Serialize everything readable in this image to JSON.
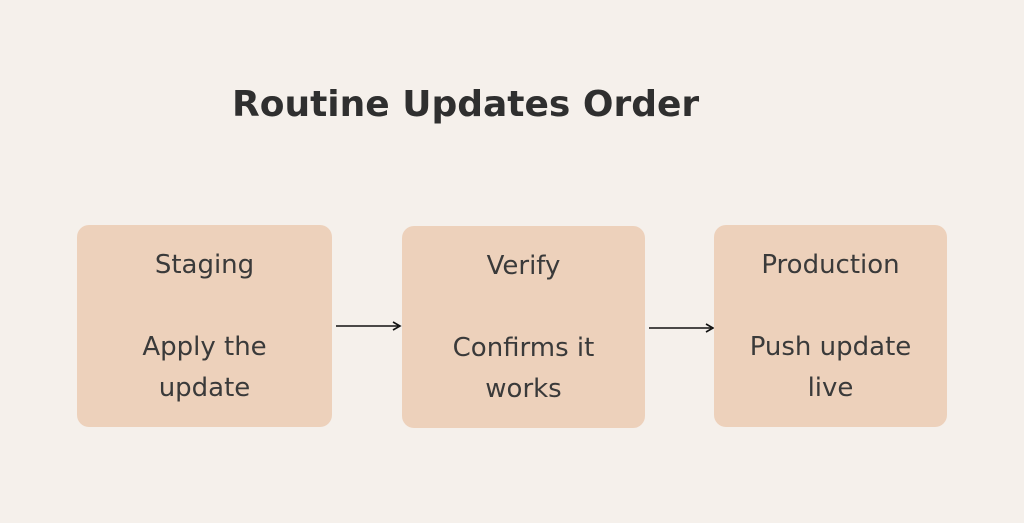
{
  "title": "Routine Updates Order",
  "steps": [
    {
      "name": "Staging",
      "description": "Apply the update"
    },
    {
      "name": "Verify",
      "description": "Confirms it works"
    },
    {
      "name": "Production",
      "description": "Push update live"
    }
  ],
  "colors": {
    "background": "#f5f0eb",
    "box": "#edd1bb",
    "title": "#2f2f2f",
    "text": "#3a3a3a",
    "arrow": "#111111"
  }
}
